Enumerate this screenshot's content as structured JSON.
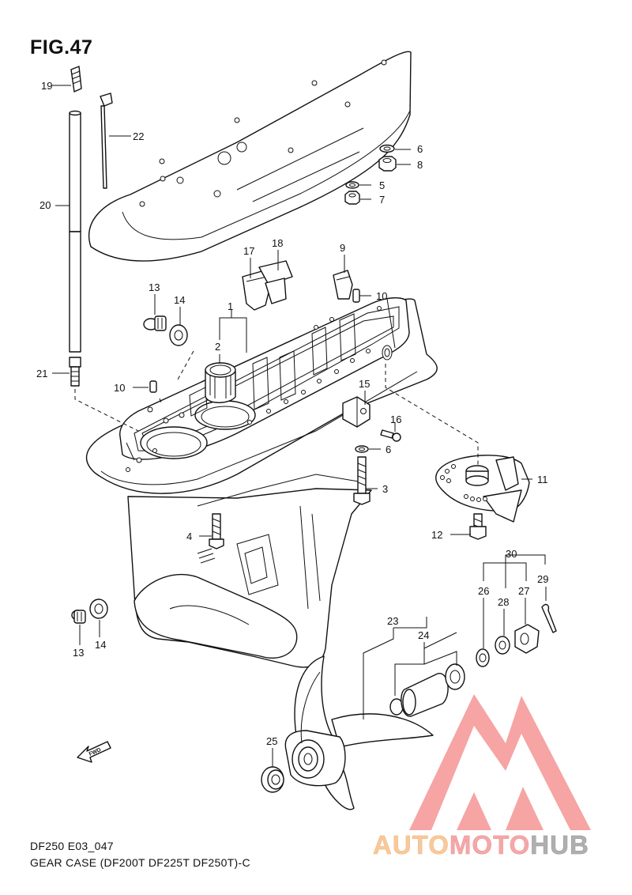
{
  "figure": {
    "title": "FIG.47",
    "code": "DF250 E03_047",
    "description": "GEAR CASE (DF200T DF225T DF250T)-C"
  },
  "fwd_marker": "FWD",
  "callouts": [
    {
      "id": "c19",
      "label": "19"
    },
    {
      "id": "c22",
      "label": "22"
    },
    {
      "id": "c20",
      "label": "20"
    },
    {
      "id": "c21",
      "label": "21"
    },
    {
      "id": "c6a",
      "label": "6"
    },
    {
      "id": "c8",
      "label": "8"
    },
    {
      "id": "c5",
      "label": "5"
    },
    {
      "id": "c7",
      "label": "7"
    },
    {
      "id": "c17",
      "label": "17"
    },
    {
      "id": "c18",
      "label": "18"
    },
    {
      "id": "c9",
      "label": "9"
    },
    {
      "id": "c10a",
      "label": "10"
    },
    {
      "id": "c13a",
      "label": "13"
    },
    {
      "id": "c14a",
      "label": "14"
    },
    {
      "id": "c1",
      "label": "1"
    },
    {
      "id": "c2",
      "label": "2"
    },
    {
      "id": "c10b",
      "label": "10"
    },
    {
      "id": "c15",
      "label": "15"
    },
    {
      "id": "c16",
      "label": "16"
    },
    {
      "id": "c6b",
      "label": "6"
    },
    {
      "id": "c3",
      "label": "3"
    },
    {
      "id": "c11",
      "label": "11"
    },
    {
      "id": "c4",
      "label": "4"
    },
    {
      "id": "c12",
      "label": "12"
    },
    {
      "id": "c30",
      "label": "30"
    },
    {
      "id": "c29",
      "label": "29"
    },
    {
      "id": "c26",
      "label": "26"
    },
    {
      "id": "c28",
      "label": "28"
    },
    {
      "id": "c27",
      "label": "27"
    },
    {
      "id": "c13b",
      "label": "13"
    },
    {
      "id": "c14b",
      "label": "14"
    },
    {
      "id": "c23",
      "label": "23"
    },
    {
      "id": "c24",
      "label": "24"
    },
    {
      "id": "c25",
      "label": "25"
    }
  ],
  "watermark": {
    "word_part1": "AUTO",
    "word_part2": "MOTO",
    "word_part3": "HUB",
    "color_part1": "#f7c99b",
    "color_part2": "#f4a8a8",
    "color_part3": "#b0b0b0",
    "logo_color": "#ef5a5a"
  }
}
